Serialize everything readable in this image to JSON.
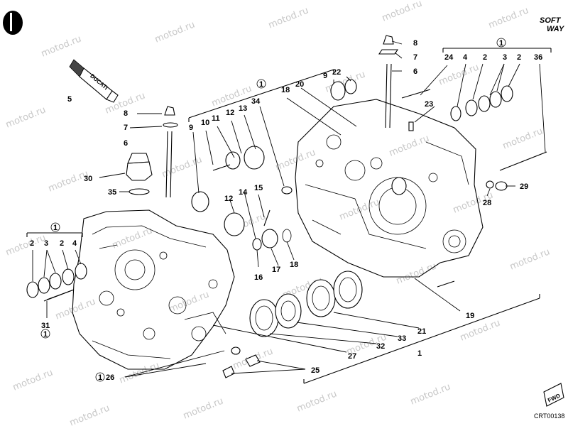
{
  "drawing_code": "CRT00138",
  "logo": {
    "line1": "SOFT",
    "line2": "WAY"
  },
  "fwd_label": "FWD",
  "tube_label": "DUCATI",
  "watermark_text": "motod.ru",
  "kit_mark": "1",
  "callouts": [
    "1",
    "2",
    "3",
    "4",
    "5",
    "6",
    "7",
    "8",
    "9",
    "10",
    "11",
    "12",
    "13",
    "14",
    "15",
    "16",
    "17",
    "18",
    "19",
    "20",
    "21",
    "22",
    "23",
    "24",
    "25",
    "26",
    "27",
    "28",
    "29",
    "30",
    "31",
    "32",
    "33",
    "34",
    "35",
    "36"
  ]
}
